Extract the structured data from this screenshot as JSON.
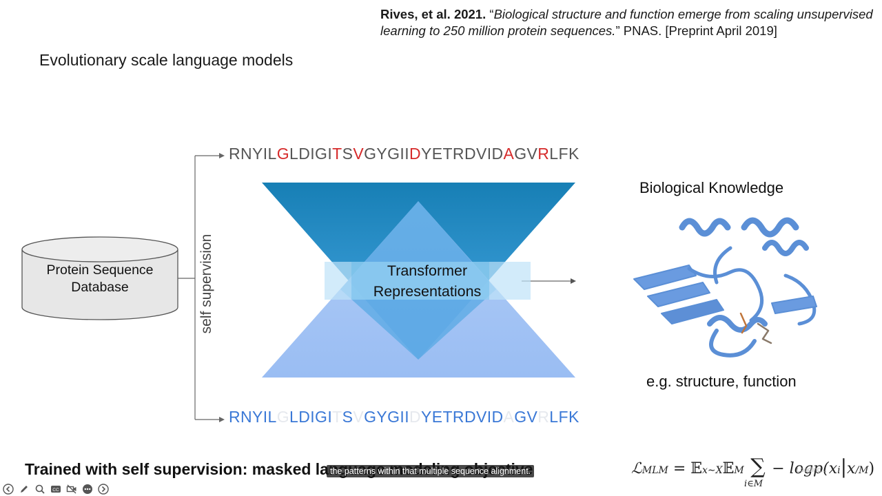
{
  "citation": {
    "authors": "Rives, et al. 2021.",
    "open_quote": " “",
    "title": "Biological structure and function emerge from scaling unsupervised learning to 250 million protein sequences.",
    "close_quote": "” PNAS. [Preprint April 2019]"
  },
  "slide_title": "Evolutionary scale language models",
  "sequence_top": [
    {
      "t": "RNYIL",
      "hl": false
    },
    {
      "t": "G",
      "hl": true
    },
    {
      "t": "LDIGI",
      "hl": false
    },
    {
      "t": "T",
      "hl": true
    },
    {
      "t": "S",
      "hl": false
    },
    {
      "t": "V",
      "hl": true
    },
    {
      "t": "GYGII",
      "hl": false
    },
    {
      "t": "D",
      "hl": true
    },
    {
      "t": "YETRDVID",
      "hl": false
    },
    {
      "t": "A",
      "hl": true
    },
    {
      "t": "GV",
      "hl": false
    },
    {
      "t": "R",
      "hl": true
    },
    {
      "t": "LFK",
      "hl": false
    }
  ],
  "sequence_bottom": [
    {
      "t": "RNYIL",
      "mask": false
    },
    {
      "t": "G",
      "mask": true
    },
    {
      "t": "LDIGI",
      "mask": false
    },
    {
      "t": "T",
      "mask": true
    },
    {
      "t": "S",
      "mask": false
    },
    {
      "t": "V",
      "mask": true
    },
    {
      "t": "GYGII",
      "mask": false
    },
    {
      "t": "D",
      "mask": true
    },
    {
      "t": "YETRDVID",
      "mask": false
    },
    {
      "t": "A",
      "mask": true
    },
    {
      "t": "GV",
      "mask": false
    },
    {
      "t": "R",
      "mask": true
    },
    {
      "t": "LFK",
      "mask": false
    }
  ],
  "database_label_line1": "Protein Sequence",
  "database_label_line2": "Database",
  "self_supervision_label": "self supervision",
  "transformer_label_line1": "Transformer",
  "transformer_label_line2": "Representations",
  "bio_title": "Biological Knowledge",
  "bio_caption": "e.g. structure, function",
  "footer_text": "Trained with self supervision: masked language modeling objective",
  "caption_overlay": "the patterns within that multiple sequence alignment.",
  "formula": {
    "lhs": "ℒ",
    "lhs_sub": "MLM",
    "eq": " = 𝔼",
    "e1_sub": "x∼X",
    "e2": "𝔼",
    "e2_sub": "M",
    "sum": " ∑ ",
    "term": "− logp(x",
    "term_sub": "i",
    "bar": "|",
    "term2": "x",
    "term2_sub": "/M",
    "close": ")",
    "sum_sub": "i∈M"
  },
  "watermark": "Loading...",
  "colors": {
    "highlight_red": "#d62a2a",
    "masked_blue": "#3a78d6",
    "top_triangle": "#1b8fc4",
    "bottom_triangle": "#8fb6f2",
    "protein_blue": "#5b8fd6"
  },
  "toolbar_icons": [
    "back-icon",
    "pencil-icon",
    "search-icon",
    "closed-caption-icon",
    "camera-off-icon",
    "more-icon",
    "forward-icon"
  ]
}
